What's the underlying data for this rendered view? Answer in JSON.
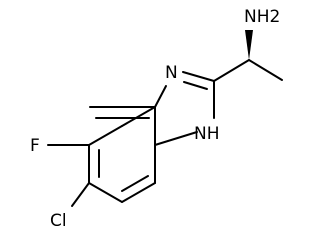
{
  "molecule": {
    "atoms": {
      "amine": "NH2",
      "ring_nitrogen": "N",
      "ring_nh": "NH",
      "fluorine": "F",
      "chlorine": "Cl"
    },
    "stereo": "wedge",
    "colors": {
      "bond": "#000000",
      "label": "#000000",
      "background": "#ffffff"
    }
  }
}
